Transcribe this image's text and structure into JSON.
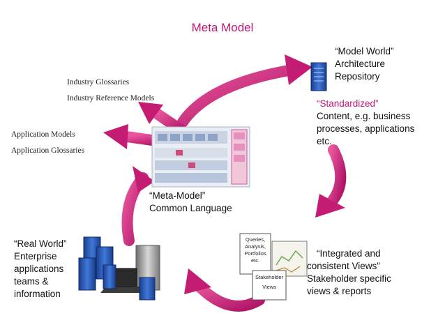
{
  "title": "Meta Model",
  "industry": {
    "lines": [
      "Industry Glossaries",
      "Industry Reference Models"
    ]
  },
  "application": {
    "lines": [
      "Application Models",
      "Application Glossaries"
    ]
  },
  "model_world": {
    "lines": [
      "“Model World”",
      "Architecture",
      "Repository"
    ]
  },
  "standardized": {
    "lines": [
      "“Standardized”",
      "Content, e.g. business",
      "processes, applications",
      "etc."
    ]
  },
  "meta_model": {
    "lines": [
      "“Meta-Model”",
      "Common Language"
    ]
  },
  "real_world": {
    "lines": [
      "“Real World”",
      "Enterprise",
      "applications",
      "teams &",
      "information"
    ]
  },
  "integrated": {
    "lines": [
      "“Integrated and",
      "consistent Views”",
      "Stakeholder specific",
      "views & reports"
    ]
  },
  "doc_queries": {
    "lines": [
      "Queries,",
      "Analysis,",
      "Portfolios",
      "etc."
    ]
  },
  "doc_stakeholder": {
    "lines": [
      "Stakeholder",
      "Views"
    ]
  },
  "colors": {
    "accent": "#c0187a",
    "arrow": "#d2237e",
    "server": "#2a56b0"
  }
}
